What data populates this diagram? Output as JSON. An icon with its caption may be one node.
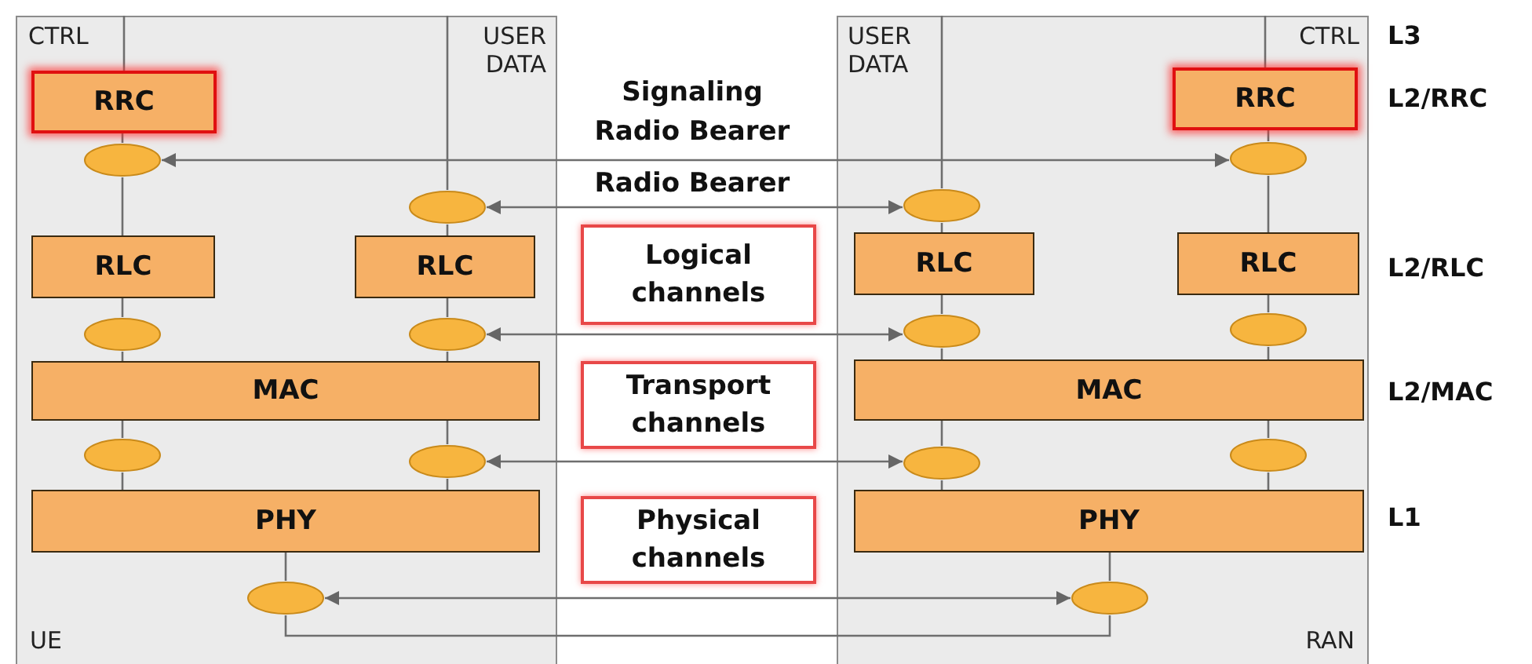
{
  "diagram": {
    "nodes": [
      {
        "text": [
          "UE"
        ]
      },
      {
        "text": [
          "RAN"
        ]
      },
      {
        "text": [
          "RRC"
        ],
        "in": 0
      },
      {
        "text": [],
        "shape": "ellipse",
        "in": 0
      },
      {
        "text": [],
        "shape": "ellipse",
        "in": 0
      },
      {
        "text": [
          "RLC"
        ],
        "in": 0
      },
      {
        "text": [
          "RLC"
        ],
        "in": 0
      },
      {
        "text": [],
        "shape": "ellipse",
        "in": 0
      },
      {
        "text": [],
        "shape": "ellipse",
        "in": 0
      },
      {
        "text": [
          "MAC"
        ],
        "in": 0
      },
      {
        "text": [],
        "shape": "ellipse",
        "in": 0
      },
      {
        "text": [],
        "shape": "ellipse",
        "in": 0
      },
      {
        "text": [
          "PHY"
        ],
        "in": 0
      },
      {
        "text": [],
        "shape": "ellipse",
        "in": 0
      },
      {
        "text": [
          "RRC"
        ],
        "in": 1
      },
      {
        "text": [],
        "shape": "ellipse",
        "in": 1
      },
      {
        "text": [],
        "shape": "ellipse",
        "in": 1
      },
      {
        "text": [
          "RLC"
        ],
        "in": 1
      },
      {
        "text": [
          "RLC"
        ],
        "in": 1
      },
      {
        "text": [],
        "shape": "ellipse",
        "in": 1
      },
      {
        "text": [],
        "shape": "ellipse",
        "in": 1
      },
      {
        "text": [
          "MAC"
        ],
        "in": 1
      },
      {
        "text": [],
        "shape": "ellipse",
        "in": 1
      },
      {
        "text": [],
        "shape": "ellipse",
        "in": 1
      },
      {
        "text": [
          "PHY"
        ],
        "in": 1
      },
      {
        "text": [],
        "shape": "ellipse",
        "in": 1
      },
      {
        "text": [
          "Logical channels"
        ]
      },
      {
        "text": [
          "Transport channels"
        ]
      },
      {
        "text": [
          "Physical channels"
        ]
      }
    ],
    "edges": [
      {
        "from": null,
        "to": 2,
        "arrow": "none"
      },
      {
        "from": 2,
        "to": 3,
        "arrow": "none"
      },
      {
        "from": 3,
        "to": 5,
        "arrow": "none"
      },
      {
        "from": 5,
        "to": 7,
        "arrow": "none"
      },
      {
        "from": 7,
        "to": 9,
        "arrow": "none"
      },
      {
        "from": 9,
        "to": 10,
        "arrow": "none"
      },
      {
        "from": 10,
        "to": 12,
        "arrow": "none"
      },
      {
        "from": null,
        "to": 4,
        "arrow": "none"
      },
      {
        "from": 4,
        "to": 6,
        "arrow": "none"
      },
      {
        "from": 6,
        "to": 8,
        "arrow": "none"
      },
      {
        "from": 8,
        "to": 9,
        "arrow": "none"
      },
      {
        "from": 9,
        "to": 11,
        "arrow": "none"
      },
      {
        "from": 11,
        "to": 12,
        "arrow": "none"
      },
      {
        "from": 12,
        "to": 13,
        "arrow": "none"
      },
      {
        "from": null,
        "to": 16,
        "arrow": "none"
      },
      {
        "from": 16,
        "to": 17,
        "arrow": "none"
      },
      {
        "from": 17,
        "to": 19,
        "arrow": "none"
      },
      {
        "from": 19,
        "to": 21,
        "arrow": "none"
      },
      {
        "from": 21,
        "to": 22,
        "arrow": "none"
      },
      {
        "from": 22,
        "to": 24,
        "arrow": "none"
      },
      {
        "from": 24,
        "to": 25,
        "arrow": "none"
      },
      {
        "from": null,
        "to": 14,
        "arrow": "none"
      },
      {
        "from": 14,
        "to": 15,
        "arrow": "none"
      },
      {
        "from": 15,
        "to": 18,
        "arrow": "none"
      },
      {
        "from": 18,
        "to": 20,
        "arrow": "none"
      },
      {
        "from": 20,
        "to": 21,
        "arrow": "none"
      },
      {
        "from": 21,
        "to": 23,
        "arrow": "none"
      },
      {
        "from": 23,
        "to": 24,
        "arrow": "none"
      },
      {
        "from": 3,
        "to": 15,
        "arrow": "both",
        "label": "Signaling Radio Bearer"
      },
      {
        "from": 4,
        "to": 16,
        "arrow": "both",
        "label": "Radio Bearer"
      },
      {
        "from": 8,
        "to": 19,
        "arrow": "both"
      },
      {
        "from": 11,
        "to": 22,
        "arrow": "both"
      },
      {
        "from": 13,
        "to": 25,
        "arrow": "both"
      },
      {
        "from": 13,
        "to": 25,
        "arrow": "none"
      }
    ],
    "labels": [
      "CTRL",
      "USER DATA",
      "USER DATA",
      "CTRL",
      "L3",
      "L2/RRC",
      "L2/RLC",
      "L2/MAC",
      "L1"
    ]
  }
}
